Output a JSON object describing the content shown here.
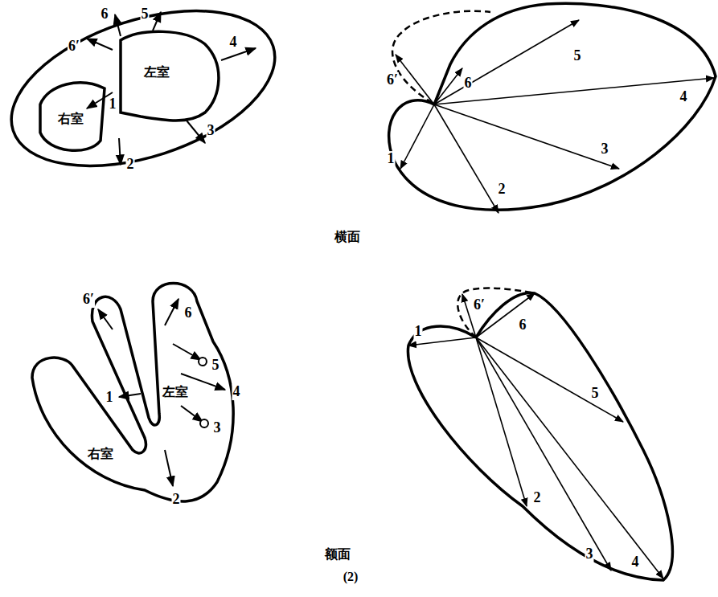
{
  "diagram": {
    "labels": [
      "左室",
      "右室",
      "1",
      "2",
      "3",
      "4",
      "5",
      "6",
      "6′",
      "1",
      "2",
      "3",
      "4",
      "5",
      "6",
      "6′",
      "横面",
      "6′",
      "6",
      "5",
      "4",
      "左室",
      "1",
      "右室",
      "2",
      "3",
      "6′",
      "6",
      "1",
      "5",
      "2",
      "3",
      "4",
      "额面",
      "(2)"
    ]
  }
}
